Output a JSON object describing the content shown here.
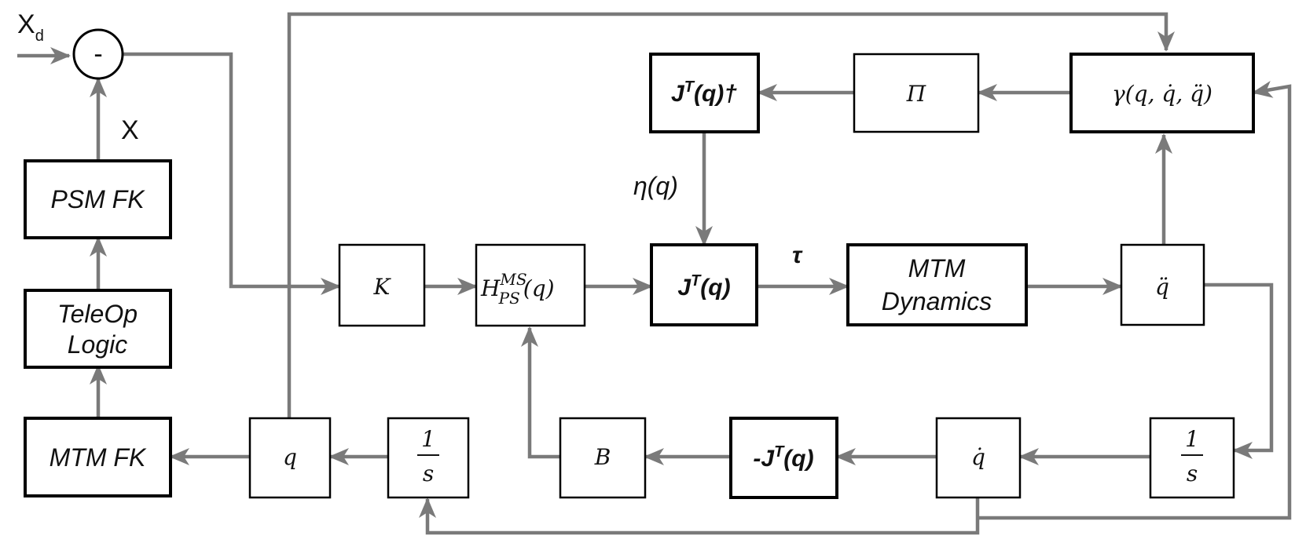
{
  "signals": {
    "xd_main": "X",
    "xd_sub": "d",
    "x": "X",
    "eta": "η(q)",
    "tau": "τ"
  },
  "summing_junction": {
    "sign": "-"
  },
  "blocks": {
    "psm_fk": "PSM FK",
    "teleop_line1": "TeleOp",
    "teleop_line2": "Logic",
    "mtm_fk": "MTM FK",
    "jt_pinv_main": "J",
    "jt_pinv_sup": "T",
    "jt_pinv_rest": "(q)†",
    "pi": "Π",
    "gamma": "γ(q, q̇, q̈)",
    "k": "K",
    "h_main": "H",
    "h_sup": "MS",
    "h_sub": "PS",
    "h_arg": "(q)",
    "jt_main": "J",
    "jt_sup": "T",
    "jt_rest": "(q)",
    "mtm_dyn_line1": "MTM",
    "mtm_dyn_line2": "Dynamics",
    "qddot": "q̈",
    "q": "q",
    "integrator_left_num": "1",
    "integrator_left_den": "s",
    "b": "B",
    "neg_jt_main": "-J",
    "neg_jt_sup": "T",
    "neg_jt_rest": "(q)",
    "qdot": "q̇",
    "integrator_right_num": "1",
    "integrator_right_den": "s"
  },
  "colors": {
    "wire": "#7a7a7a",
    "block_border": "#000000",
    "text": "#111111"
  }
}
